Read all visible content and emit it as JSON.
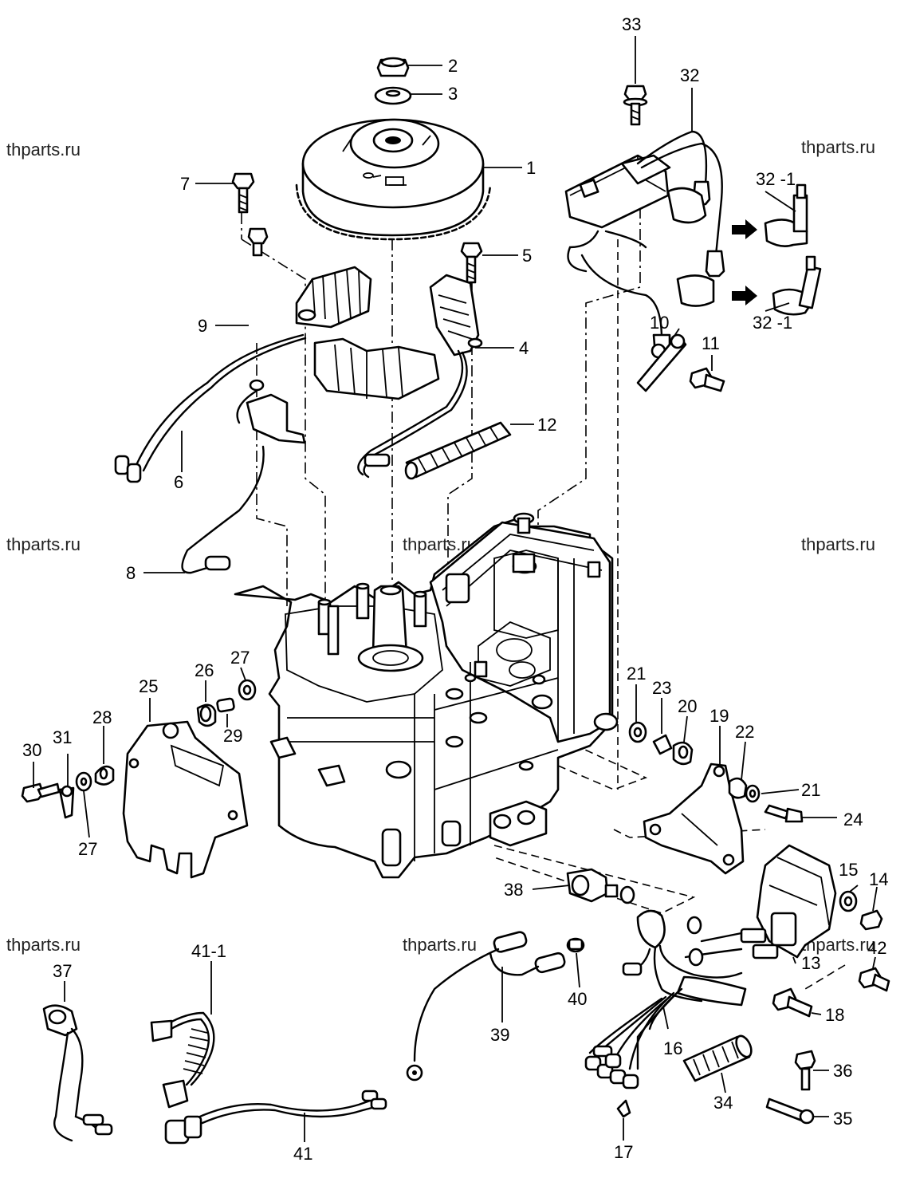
{
  "watermark": "thparts.ru",
  "callouts": {
    "c1": "1",
    "c2": "2",
    "c3": "3",
    "c4": "4",
    "c5": "5",
    "c6": "6",
    "c7": "7",
    "c8": "8",
    "c9": "9",
    "c10": "10",
    "c11": "11",
    "c12": "12",
    "c13": "13",
    "c14": "14",
    "c15": "15",
    "c16": "16",
    "c17": "17",
    "c18": "18",
    "c19": "19",
    "c20": "20",
    "c21a": "21",
    "c21b": "21",
    "c22": "22",
    "c23": "23",
    "c24": "24",
    "c25": "25",
    "c26": "26",
    "c27a": "27",
    "c27b": "27",
    "c28": "28",
    "c29": "29",
    "c30": "30",
    "c31": "31",
    "c32": "32",
    "c32_1a": "32 -1",
    "c32_1b": "32 -1",
    "c33": "33",
    "c34": "34",
    "c35": "35",
    "c36": "36",
    "c37": "37",
    "c38": "38",
    "c39": "39",
    "c40": "40",
    "c41": "41",
    "c41_1": "41-1",
    "c42": "42"
  }
}
